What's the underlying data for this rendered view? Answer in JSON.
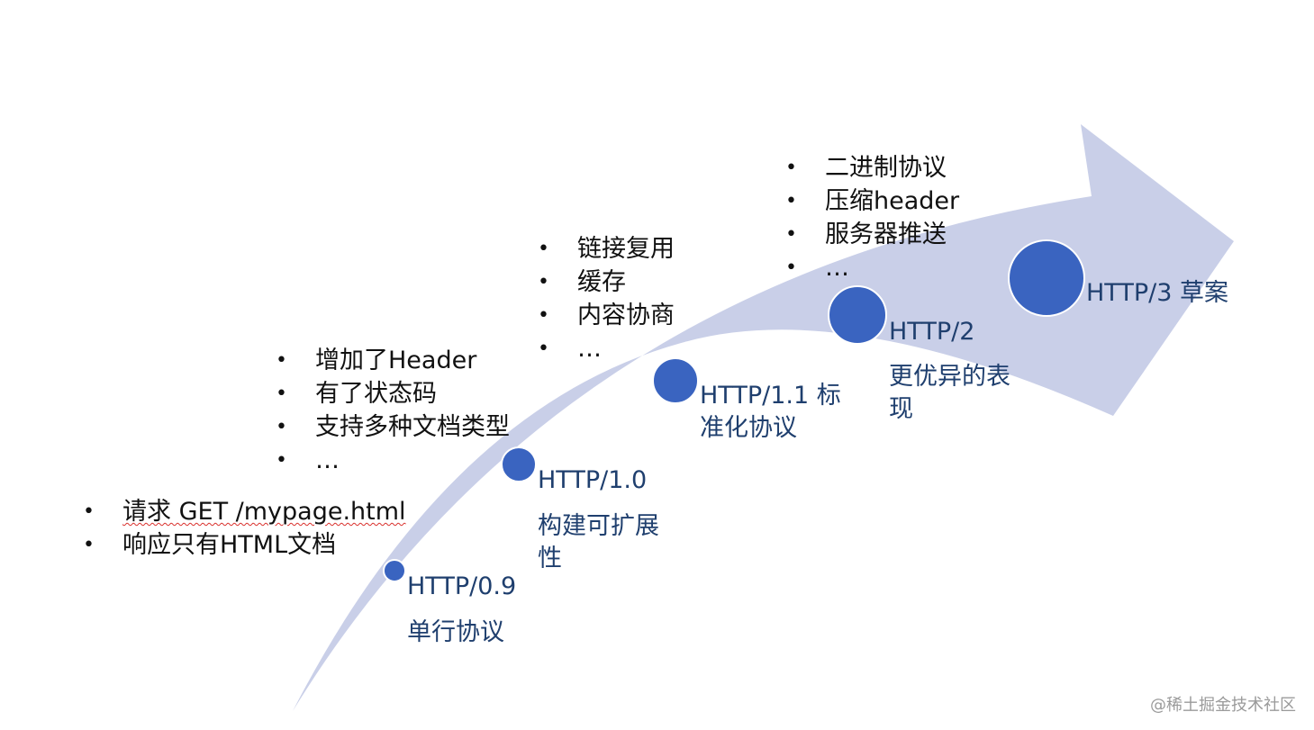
{
  "colors": {
    "arrow": "#c9cfe8",
    "node": "#3a64c0",
    "node_stroke": "#ffffff",
    "label": "#1f3f6e",
    "bullet_text": "#111111"
  },
  "stages": [
    {
      "version": "HTTP/0.9",
      "desc": "单行协议"
    },
    {
      "version": "HTTP/1.0",
      "desc": "构建可扩展性"
    },
    {
      "version": "HTTP/1.1 标准化协议",
      "desc": ""
    },
    {
      "version": "HTTP/2",
      "desc": "更优异的表现"
    },
    {
      "version": "HTTP/3 草案",
      "desc": ""
    }
  ],
  "features": {
    "http09": [
      "请求 GET /mypage.html",
      "响应只有HTML文档"
    ],
    "http10": [
      "增加了Header",
      "有了状态码",
      "支持多种文档类型",
      "…"
    ],
    "http11": [
      "链接复用",
      "缓存",
      "内容协商",
      "…"
    ],
    "http2": [
      "二进制协议",
      "压缩header",
      "服务器推送",
      "…"
    ]
  },
  "watermark": "@稀土掘金技术社区"
}
